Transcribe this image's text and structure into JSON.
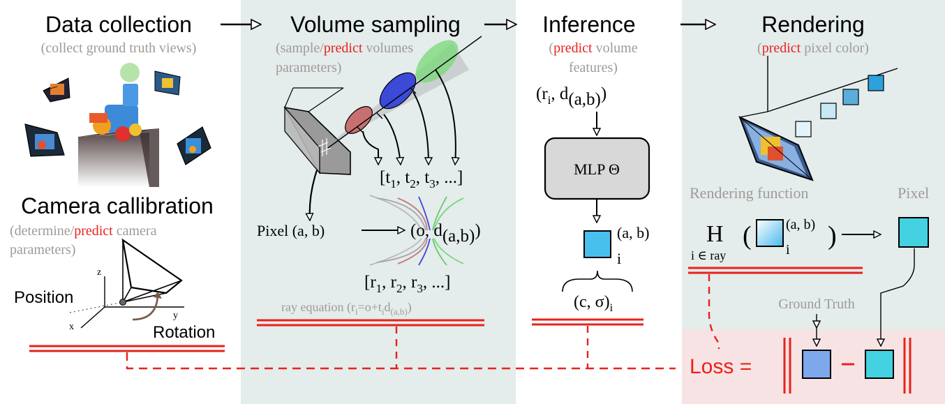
{
  "colors": {
    "panel_bg": "#e4ecec",
    "loss_bg": "#f7e3e3",
    "accent_red": "#e8221c",
    "caption_gray": "#a09a98",
    "box_gray": "#d8d8d8",
    "square_blue": "#49c0ec",
    "square_cyan": "#44d2e2",
    "square_periwinkle": "#7fa8ec"
  },
  "stages": {
    "data_collection": {
      "title": "Data collection",
      "caption": "(collect ground truth views)"
    },
    "volume_sampling": {
      "title": "Volume sampling",
      "caption_open": "(sample/",
      "caption_predict": "predict",
      "caption_rest": " volumes",
      "caption_line2": "parameters)",
      "samples_t": "[t",
      "samples_t_sub": [
        "1",
        "2",
        "3"
      ],
      "samples_t_tail": ", ...]",
      "pixel_label": "Pixel (a, b)",
      "ray_label": "(o, d",
      "ray_label_sub": "(a,b)",
      "samples_r": "[r",
      "samples_r_sub": [
        "1",
        "2",
        "3"
      ],
      "samples_r_tail": ", ...]",
      "ray_equation": "ray equation (r",
      "ray_equation_sub_i": "i",
      "ray_equation_mid": "=o+t",
      "ray_equation_sub_d": "(a,b)",
      "ray_equation_close": ")"
    },
    "inference": {
      "title": "Inference",
      "caption_open": "(",
      "caption_predict": "predict",
      "caption_rest": " volume",
      "caption_line2": "features)",
      "input_label": "(r",
      "input_sub_i": "i",
      "input_mid": ", d",
      "input_sub_ab": "(a,b)",
      "input_close": ")",
      "mlp_label": "MLP Θ",
      "output_sup": "(a, b)",
      "output_sub": "i",
      "features_label": "(c, σ)",
      "features_sub": "i"
    },
    "rendering": {
      "title": "Rendering",
      "caption_open": "(",
      "caption_predict": "predict",
      "caption_rest": " pixel color)",
      "function_label": "Rendering function",
      "pixel_label": "Pixel",
      "operator": "H",
      "operator_sub": "i ∈ ray",
      "square_sup": "(a, b)",
      "square_sub": "i",
      "ground_truth_label": "Ground Truth",
      "loss_label": "Loss ="
    },
    "camera_calibration": {
      "title": "Camera callibration",
      "caption_open": "(determine/",
      "caption_predict": "predict",
      "caption_rest": " camera",
      "caption_line2": "parameters)",
      "position_label": "Position",
      "rotation_label": "Rotation",
      "axis_z": "z",
      "axis_x": "x",
      "axis_y": "y"
    }
  }
}
